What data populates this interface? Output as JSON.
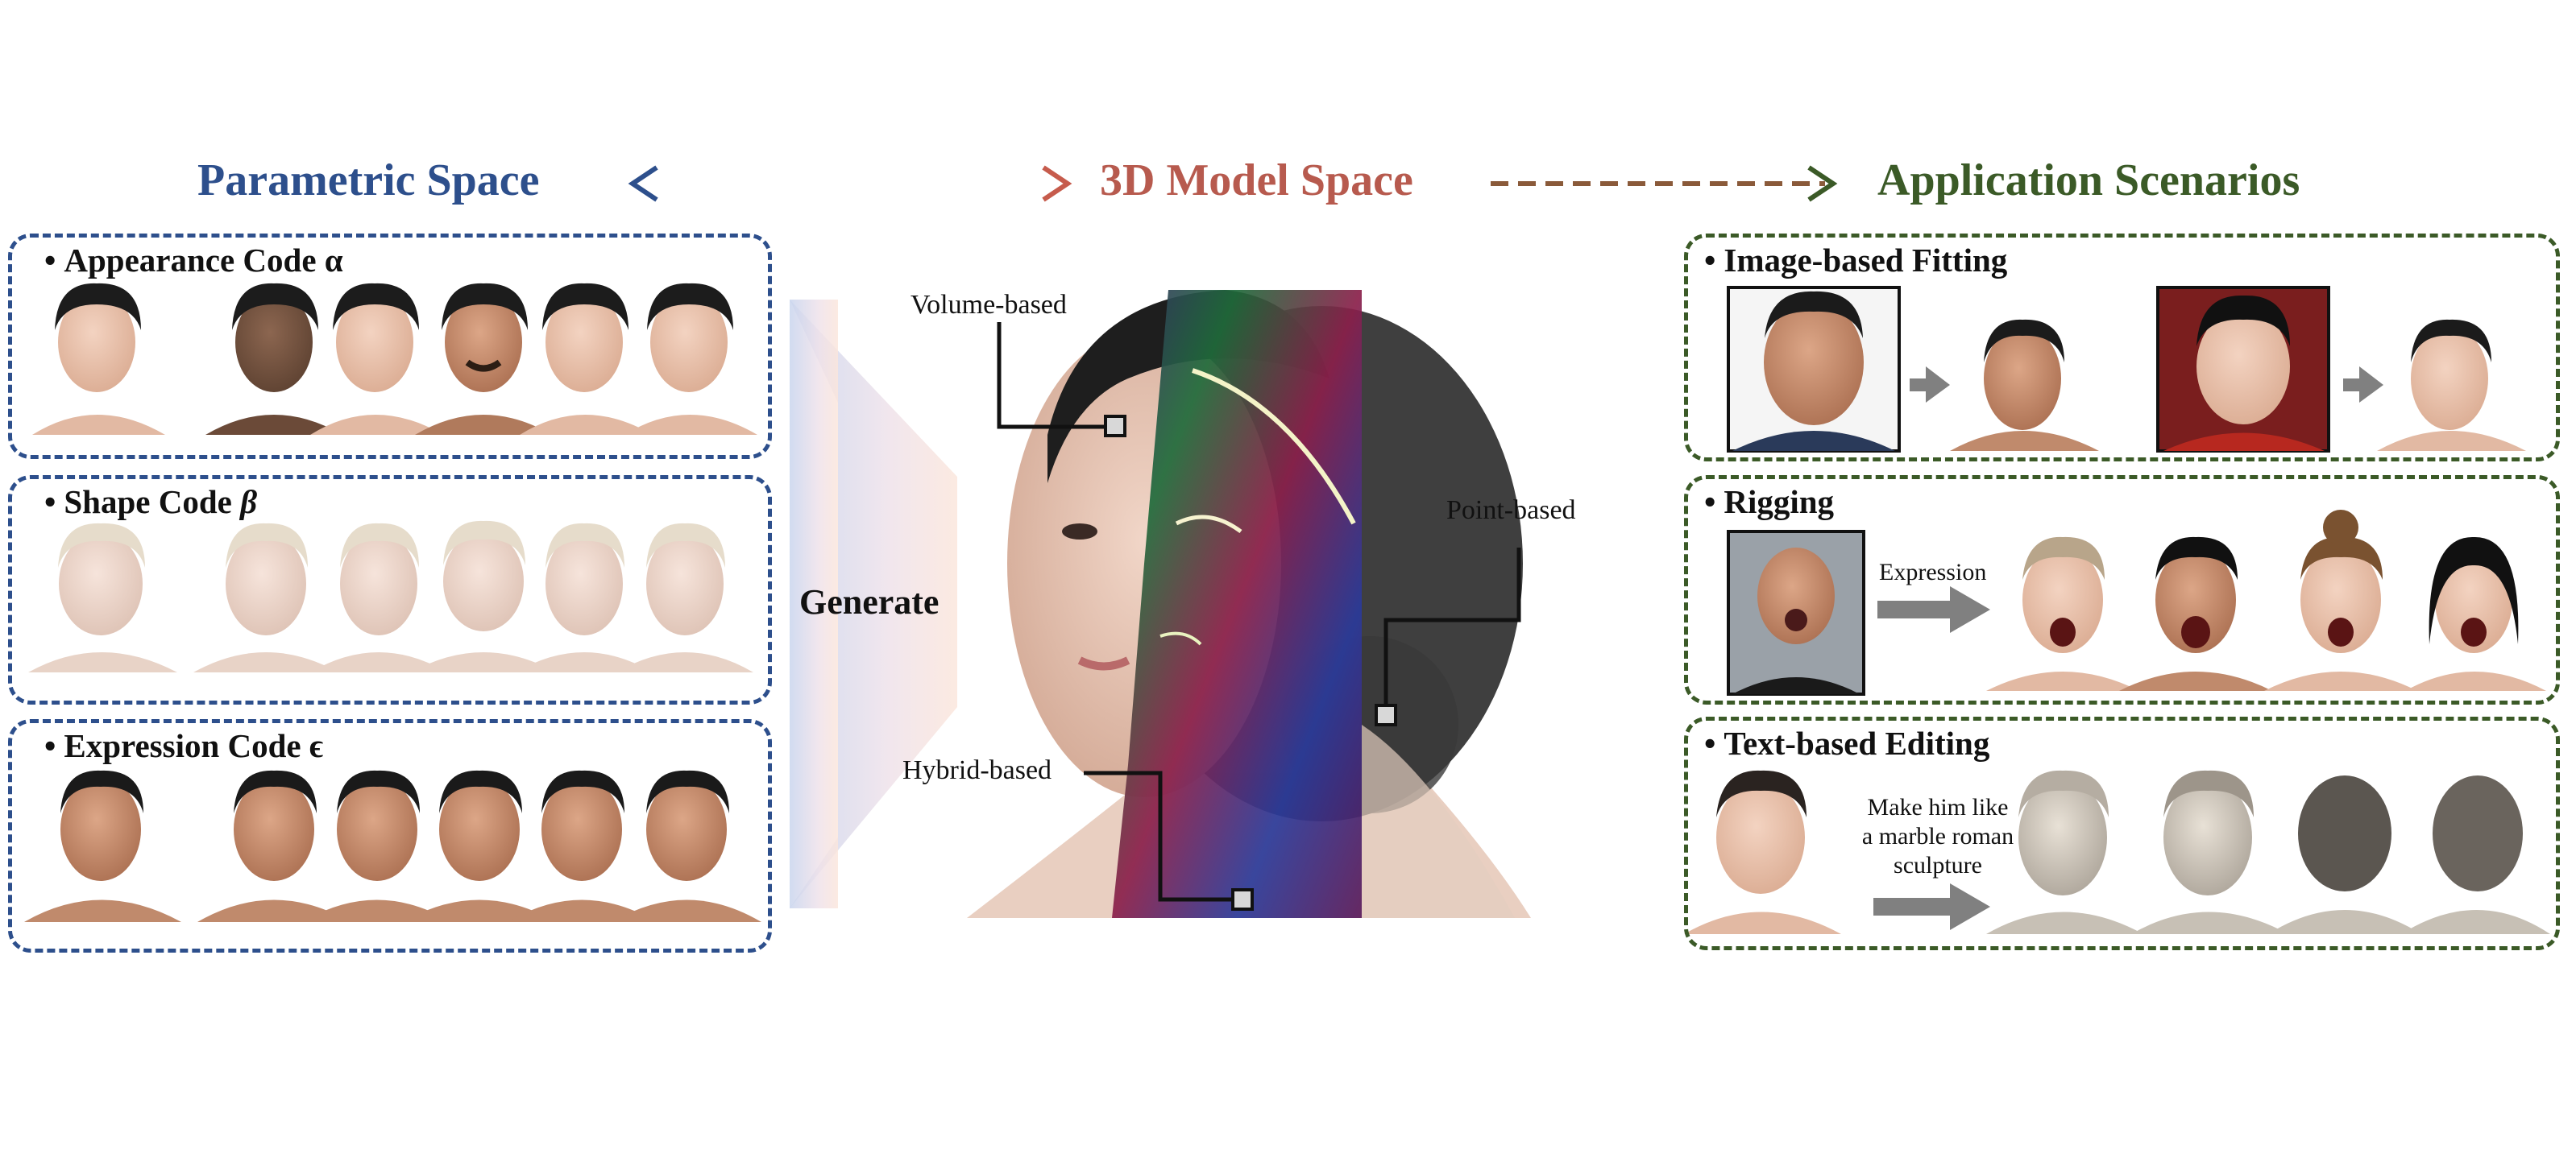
{
  "headers": {
    "parametric": "Parametric Space",
    "model": "3D Model Space",
    "application": "Application Scenarios"
  },
  "colors": {
    "blue": "#2d4f8c",
    "red": "#b75a4e",
    "green": "#3b5a27"
  },
  "left_panels": {
    "appearance": "Appearance Code α",
    "shape": "Shape Code ",
    "shape_symbol": "β",
    "expression": "Expression Code ϵ"
  },
  "generate_label": "Generate",
  "model_labels": {
    "volume": "Volume-based",
    "point": "Point-based",
    "hybrid": "Hybrid-based"
  },
  "right_panels": {
    "fitting": "Image-based Fitting",
    "rigging": "Rigging",
    "text_editing": "Text-based Editing"
  },
  "rigging_arrow_label": "Expression",
  "text_prompt": [
    "Make him like",
    "a marble roman",
    "sculpture"
  ],
  "bullet": "•"
}
